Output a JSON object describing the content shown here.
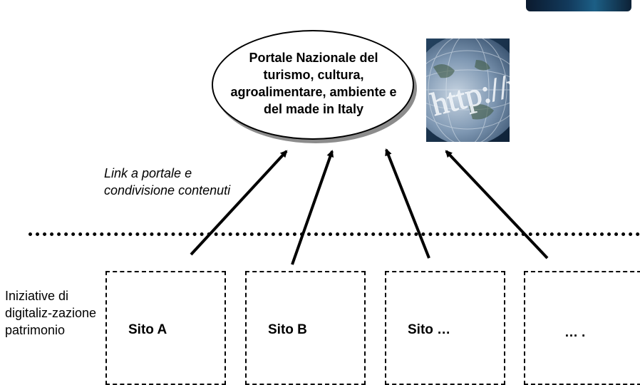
{
  "portal": {
    "title": "Portale Nazionale del turismo, cultura, agroalimentare, ambiente e del made in Italy"
  },
  "globe": {
    "text": "http://w"
  },
  "annotation": {
    "link_text": "Link a portale e condivisione contenuti"
  },
  "row_label": {
    "text": "Iniziative di digitaliz-zazione patrimonio"
  },
  "sites": [
    {
      "label": "Sito A"
    },
    {
      "label": "Sito B"
    },
    {
      "label": "Sito …"
    },
    {
      "label": "…."
    }
  ],
  "colors": {
    "line": "#000000",
    "ellipse_shadow": "#8c8c8c",
    "globe_dark": "#15304e",
    "globe_light": "#9fb4c8"
  }
}
